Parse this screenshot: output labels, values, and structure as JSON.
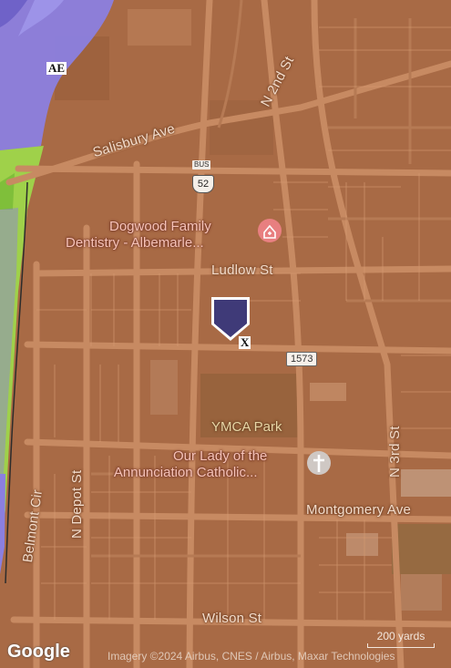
{
  "map": {
    "zone_label": "AE",
    "marker_label": "X",
    "streets": {
      "salisbury": "Salisbury Ave",
      "n2nd": "N 2nd St",
      "ludlow": "Ludlow St",
      "montgomery": "Montgomery Ave",
      "n3rd": "N 3rd St",
      "ndepot": "N Depot St",
      "belmont": "Belmont Cir",
      "wilson": "Wilson St"
    },
    "routes": {
      "bus": "BUS",
      "us52": "52",
      "sr1573": "1573"
    },
    "pois": {
      "dentistry_line1": "Dogwood Family",
      "dentistry_line2": "Dentistry - Albemarle...",
      "church_line1": "Our Lady of the",
      "church_line2": "Annunciation Catholic...",
      "park": "YMCA Park"
    },
    "scale_label": "200 yards",
    "logo": "Google",
    "attribution": "Imagery ©2024 Airbus, CNES / Airbus, Maxar Technologies",
    "colors": {
      "overlay": "#a86a45",
      "flood_zone": "#8b7fe0",
      "green_zone": "#9fd14a",
      "marker": "#3f3a78",
      "poi": "#f6c3b8"
    }
  }
}
